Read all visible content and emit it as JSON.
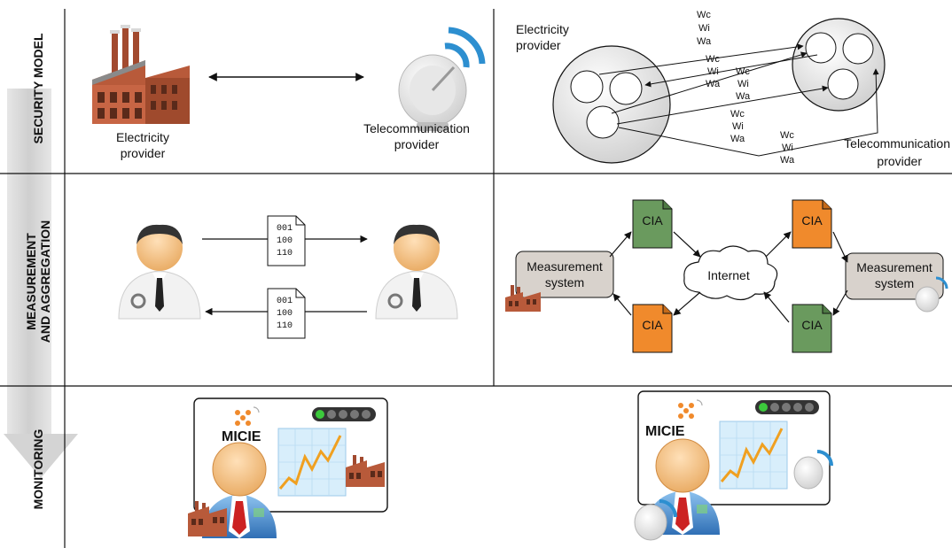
{
  "sections": {
    "security_model": "SECURITY MODEL",
    "measurement_line1": "MEASUREMENT",
    "measurement_line2": "AND AGGREGATION",
    "monitoring": "MONITORING"
  },
  "security_left": {
    "electricity_line1": "Electricity",
    "electricity_line2": "provider",
    "telecom_line1": "Telecommunication",
    "telecom_line2": "provider"
  },
  "security_right": {
    "electricity_line1": "Electricity",
    "electricity_line2": "provider",
    "telecom_line1": "Telecommunication",
    "telecom_line2": "provider",
    "weights": [
      "Wc",
      "Wi",
      "Wa"
    ]
  },
  "documents": {
    "top": [
      "001",
      "100",
      "110"
    ],
    "bottom": [
      "001",
      "100",
      "110"
    ]
  },
  "measurement_right": {
    "cia": "CIA",
    "internet": "Internet",
    "measurement_line1": "Measurement",
    "measurement_line2": "system"
  },
  "monitoring": {
    "logo": "MICIE"
  },
  "colors": {
    "cia_green": "#6a9a5e",
    "cia_orange": "#f08a2c",
    "measurement_box": "#d8d2cc",
    "factory_brick": "#b85a3a",
    "dish_blue": "#2d8fd0",
    "person_skin": "#f1c28e",
    "tie_red": "#cc2222",
    "status_green": "#3cc93c"
  }
}
